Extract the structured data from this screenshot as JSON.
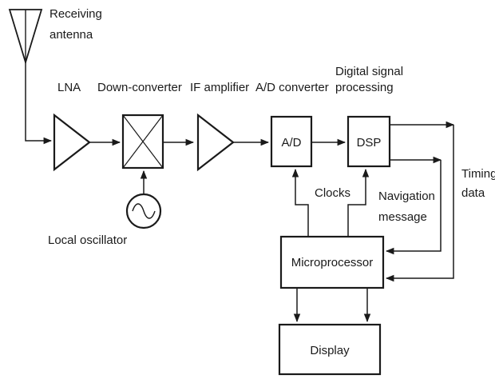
{
  "labels": {
    "receiving_antenna_line1": "Receiving",
    "receiving_antenna_line2": "antenna",
    "lna": "LNA",
    "down_converter": "Down-converter",
    "if_amplifier": "IF amplifier",
    "ad_converter": "A/D converter",
    "dsp_title_line1": "Digital signal",
    "dsp_title_line2": "processing",
    "local_oscillator": "Local oscillator",
    "clocks": "Clocks",
    "navigation_line1": "Navigation",
    "navigation_line2": "message",
    "timing_line1": "Timing",
    "timing_line2": "data"
  },
  "blocks": {
    "ad": "A/D",
    "dsp": "DSP",
    "microprocessor": "Microprocessor",
    "display": "Display"
  },
  "colors": {
    "ink": "#1a1a1a",
    "background": "#ffffff"
  }
}
